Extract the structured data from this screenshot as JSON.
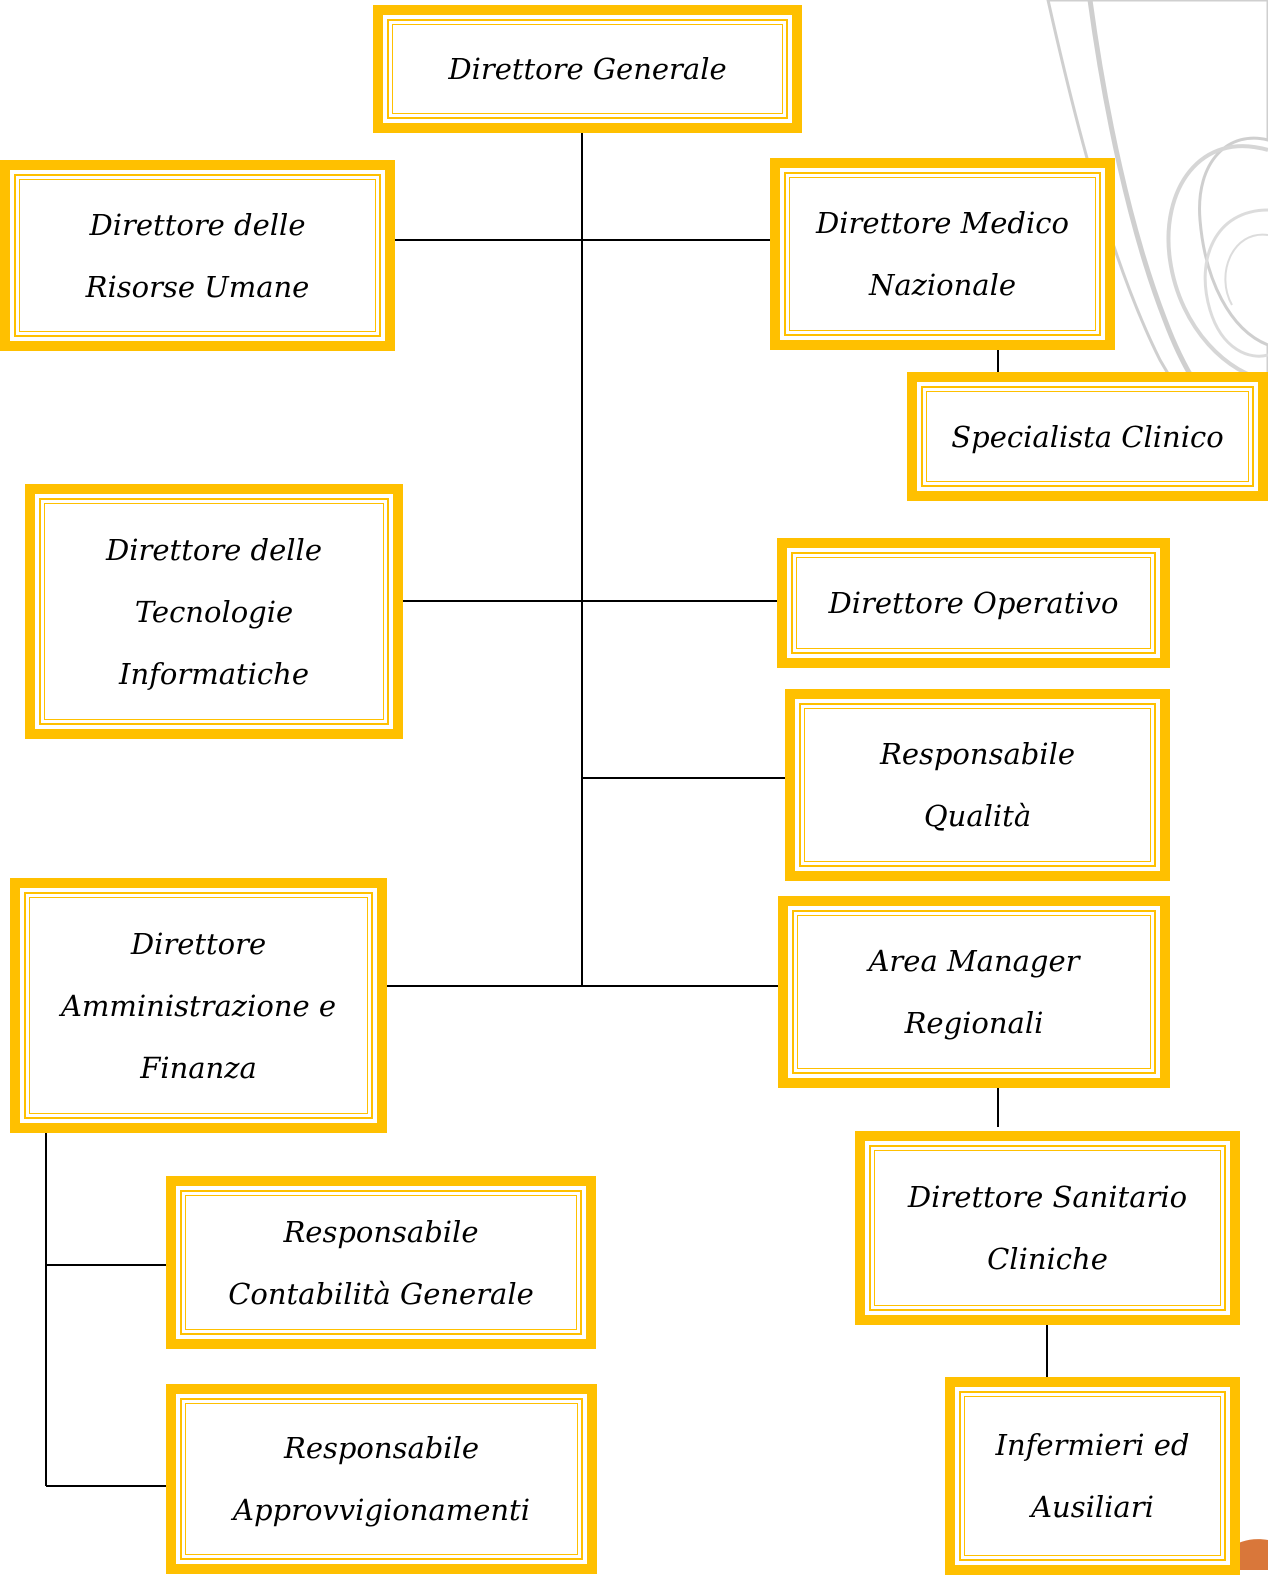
{
  "accent_color": "#ffc000",
  "nodes": {
    "direttore_generale": {
      "lines": [
        "Direttore Generale"
      ]
    },
    "risorse_umane": {
      "lines": [
        "Direttore delle",
        "Risorse Umane"
      ]
    },
    "medico_nazionale": {
      "lines": [
        "Direttore Medico",
        "Nazionale"
      ]
    },
    "specialista_clinico": {
      "lines": [
        "Specialista Clinico"
      ]
    },
    "tecnologie_informatiche": {
      "lines": [
        "Direttore delle",
        "Tecnologie",
        "Informatiche"
      ]
    },
    "direttore_operativo": {
      "lines": [
        "Direttore Operativo"
      ]
    },
    "responsabile_qualita": {
      "lines": [
        "Responsabile",
        "Qualità"
      ]
    },
    "amministrazione_finanza": {
      "lines": [
        "Direttore",
        "Amministrazione e",
        "Finanza"
      ]
    },
    "area_manager": {
      "lines": [
        "Area Manager",
        "Regionali"
      ]
    },
    "sanitario_cliniche": {
      "lines": [
        "Direttore Sanitario",
        "Cliniche"
      ]
    },
    "contabilita_generale": {
      "lines": [
        "Responsabile",
        "Contabilità Generale"
      ]
    },
    "approvvigionamenti": {
      "lines": [
        "Responsabile",
        "Approvvigionamenti"
      ]
    },
    "infermieri": {
      "lines": [
        "Infermieri ed",
        "Ausiliari"
      ]
    }
  }
}
